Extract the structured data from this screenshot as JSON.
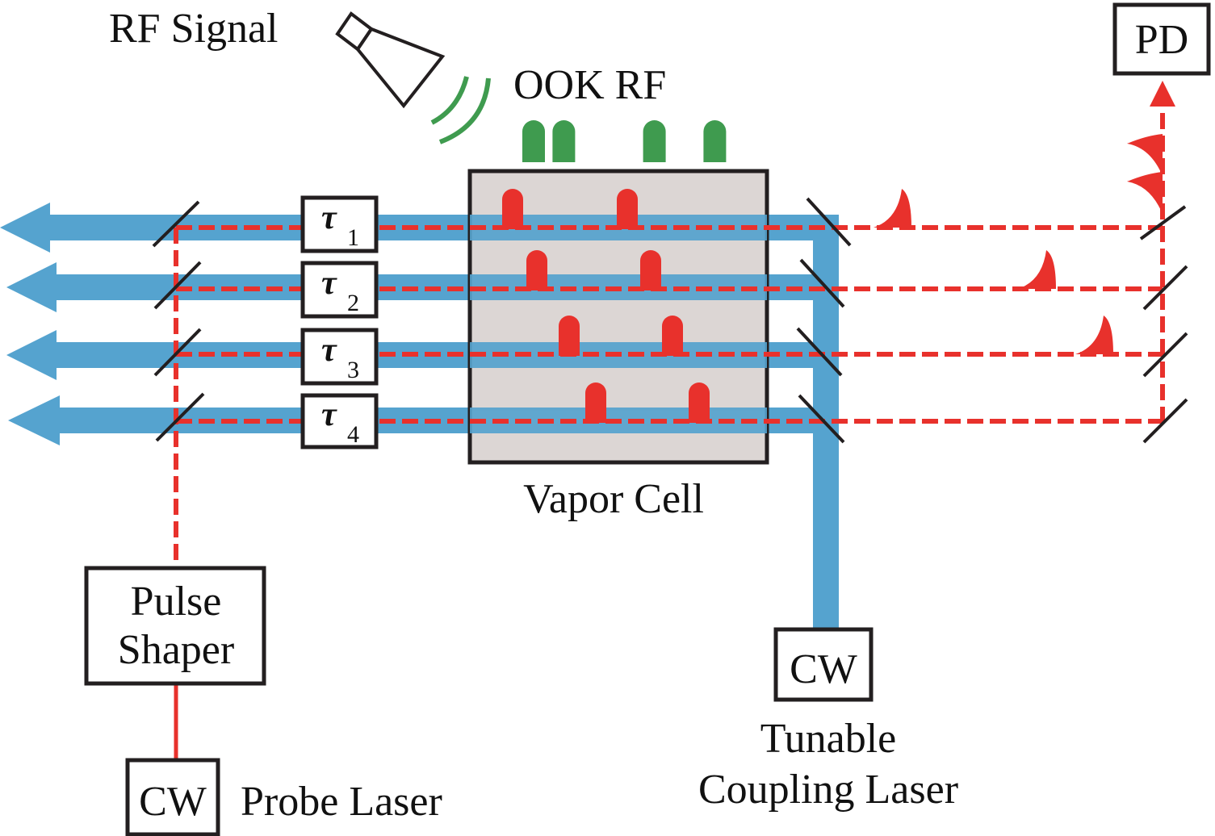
{
  "title": "Vapor cell OOK RF receiver with time-delayed probe pulses",
  "colors": {
    "coupling_beam": "#55a3cf",
    "probe_beam": "#e8312c",
    "rf_wave": "#3f9b4f",
    "vapor_cell_fill": "#d6cfcd",
    "outline": "#231f20"
  },
  "labels": {
    "rf_signal": "RF Signal",
    "ook_rf": "OOK RF",
    "pd": "PD",
    "vapor_cell": "Vapor Cell",
    "pulse_shaper_line1": "Pulse",
    "pulse_shaper_line2": "Shaper",
    "probe_cw": "CW",
    "probe_laser": "Probe Laser",
    "coupling_cw": "CW",
    "coupling_line1": "Tunable",
    "coupling_line2": "Coupling Laser"
  },
  "ook_rf_bits": [
    1,
    1,
    0,
    0,
    1,
    0,
    1
  ],
  "delay_lines": [
    {
      "symbol": "τ",
      "index": "1"
    },
    {
      "symbol": "τ",
      "index": "2"
    },
    {
      "symbol": "τ",
      "index": "3"
    },
    {
      "symbol": "τ",
      "index": "4"
    }
  ],
  "channels": 4
}
